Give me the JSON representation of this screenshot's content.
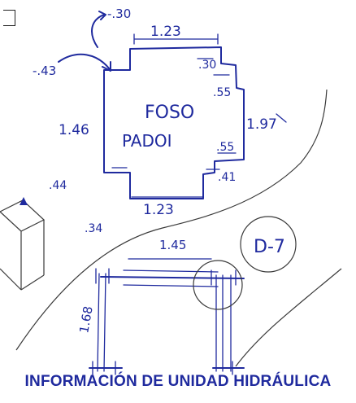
{
  "sketch": {
    "pit_label_line1": "FOSO",
    "pit_label_line2": "PADOI",
    "dimensions": {
      "top": "1.23",
      "bottom": "1.23",
      "left": "1.46",
      "right": "1.97",
      "corner_top_left_outer": "-.30",
      "corner_top_left_inner": "-.43",
      "corner_top_right": ".30",
      "corner_right_upper": ".55",
      "corner_right_lower": ".55",
      "corner_bottom_right": ".41",
      "corner_bottom_left": ".44",
      "below_left": ".34",
      "lower_span": "1.45",
      "lower_vertical": "1.68"
    },
    "detail_callout": "D-7"
  },
  "footer": {
    "title": "INFORMACIÓN DE UNIDAD HIDRÁULICA"
  },
  "colors": {
    "ink": "#1f2a9e",
    "pencil": "#3a3a3a"
  }
}
